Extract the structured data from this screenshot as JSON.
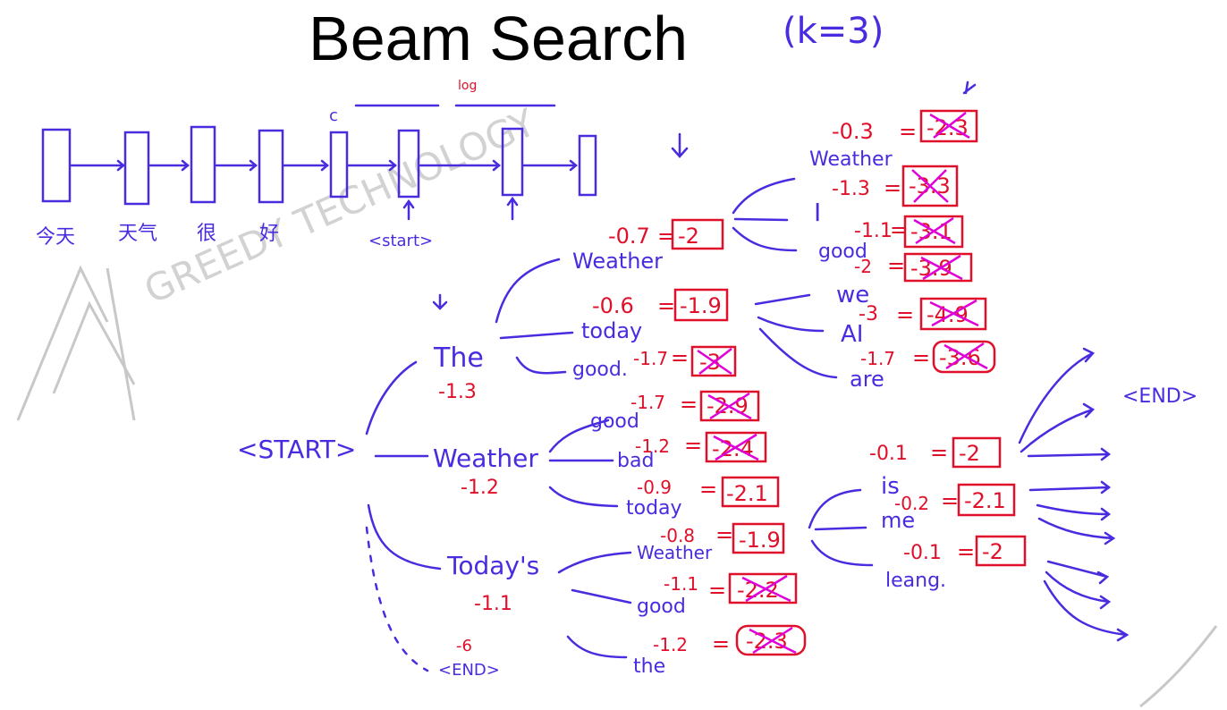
{
  "title": "Beam Search",
  "k_note": "(k=3)",
  "encoder": {
    "inputs": [
      "今天",
      "天气",
      "很",
      "好"
    ],
    "start_token": "<start>",
    "log_label": "log",
    "c_label": "c"
  },
  "start": "<START>",
  "end": "<END>",
  "level1": [
    {
      "word": "The",
      "score": "-1.3"
    },
    {
      "word": "Weather",
      "score": "-1.2"
    },
    {
      "word": "Today's",
      "score": "-1.1"
    },
    {
      "word": "<END>",
      "score": "-6"
    }
  ],
  "level2": [
    {
      "word": "Weather",
      "local": "-0.7",
      "total": "-2"
    },
    {
      "word": "today",
      "local": "-0.6",
      "total": "-1.9"
    },
    {
      "word": "good.",
      "local": "-1.7",
      "total": "-3"
    },
    {
      "word": "good",
      "local": "-1.7",
      "total": "-2.9"
    },
    {
      "word": "bad",
      "local": "-1.2",
      "total": "-2.4"
    },
    {
      "word": "today",
      "local": "-0.9",
      "total": "-2.1"
    },
    {
      "word": "Weather",
      "local": "-0.8",
      "total": "-1.9"
    },
    {
      "word": "good",
      "local": "-1.1",
      "total": "-2.2"
    },
    {
      "word": "the",
      "local": "-1.2",
      "total": "-2.3"
    }
  ],
  "level3a": [
    {
      "word": "Weather",
      "local": "-0.3",
      "total": "-2.3"
    },
    {
      "word": "I",
      "local": "-1.3",
      "total": "-3.3"
    },
    {
      "word": "good",
      "local": "-1.1",
      "total": "-3.1"
    },
    {
      "word": "we",
      "local": "-2",
      "total": "-3.9"
    },
    {
      "word": "AI",
      "local": "-3",
      "total": "-4.9"
    },
    {
      "word": "are",
      "local": "-1.7",
      "total": "-3.6"
    }
  ],
  "level3b": [
    {
      "word": "is",
      "local": "-0.1",
      "total": "-2"
    },
    {
      "word": "me",
      "local": "-0.2",
      "total": "-2.1"
    },
    {
      "word": "leang.",
      "local": "-0.1",
      "total": "-2"
    }
  ],
  "watermark": "GREEDY TECHNOLOGY"
}
